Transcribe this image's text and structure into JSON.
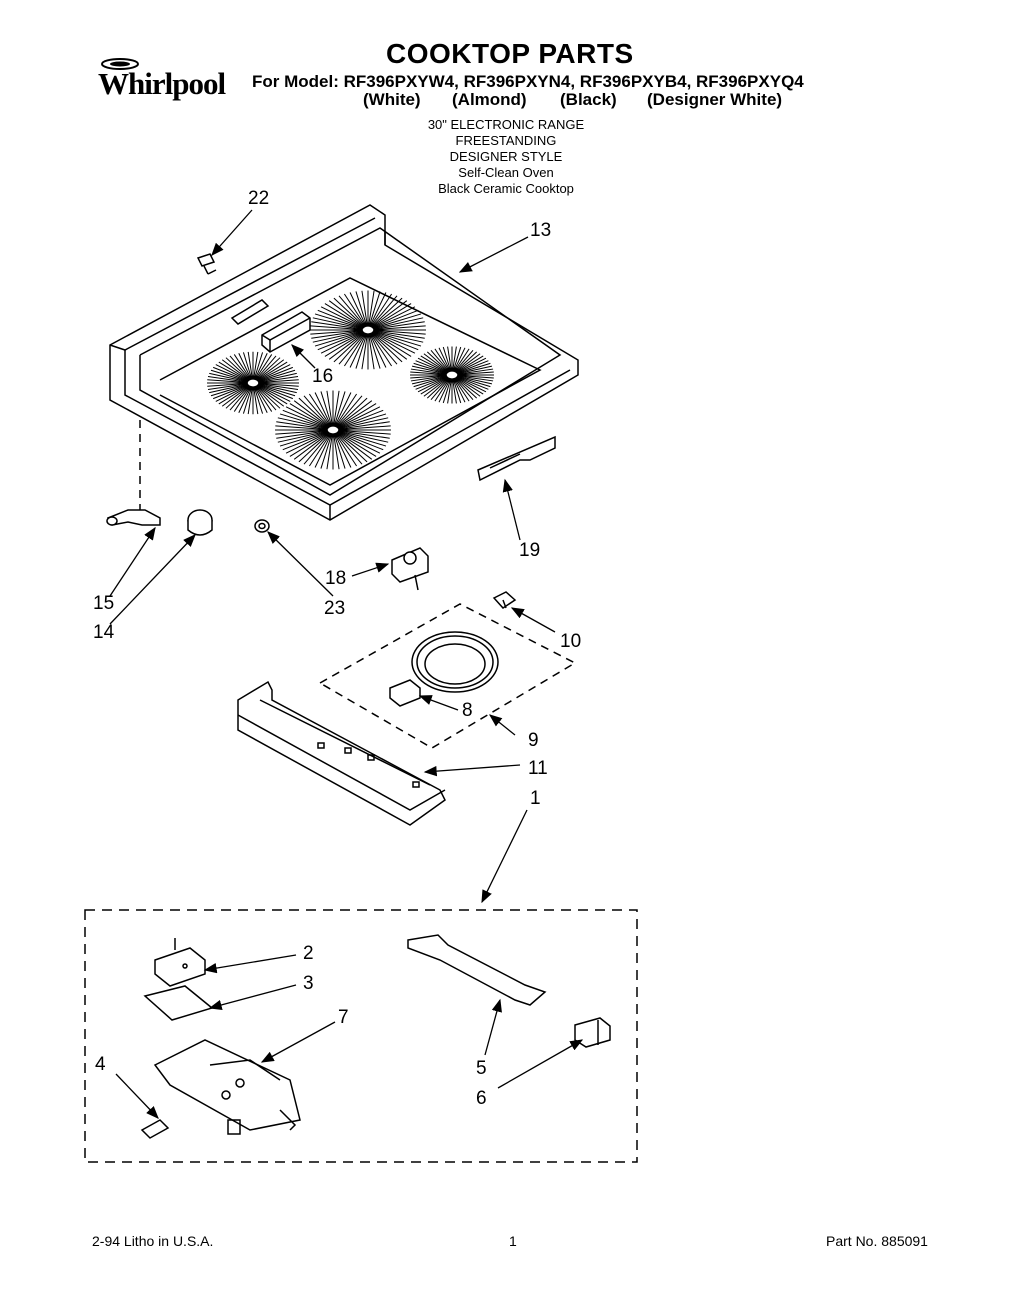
{
  "header": {
    "brand": "Whirlpool",
    "title": "COOKTOP PARTS",
    "models_line": "For Model: RF396PXYW4, RF396PXYN4, RF396PXYB4, RF396PXYQ4",
    "colors": [
      "(White)",
      "(Almond)",
      "(Black)",
      "(Designer White)"
    ],
    "subtitle_lines": [
      "30\" ELECTRONIC RANGE",
      "FREESTANDING",
      "DESIGNER STYLE",
      "Self-Clean Oven",
      "Black Ceramic Cooktop"
    ]
  },
  "callouts": {
    "c1": "1",
    "c2": "2",
    "c3": "3",
    "c4": "4",
    "c5": "5",
    "c6": "6",
    "c7": "7",
    "c8": "8",
    "c9": "9",
    "c10": "10",
    "c11": "11",
    "c13": "13",
    "c14": "14",
    "c15": "15",
    "c16": "16",
    "c18": "18",
    "c19": "19",
    "c22": "22",
    "c23": "23"
  },
  "footer": {
    "left": "2-94 Litho in U.S.A.",
    "page": "1",
    "part_no": "Part No. 885091"
  }
}
